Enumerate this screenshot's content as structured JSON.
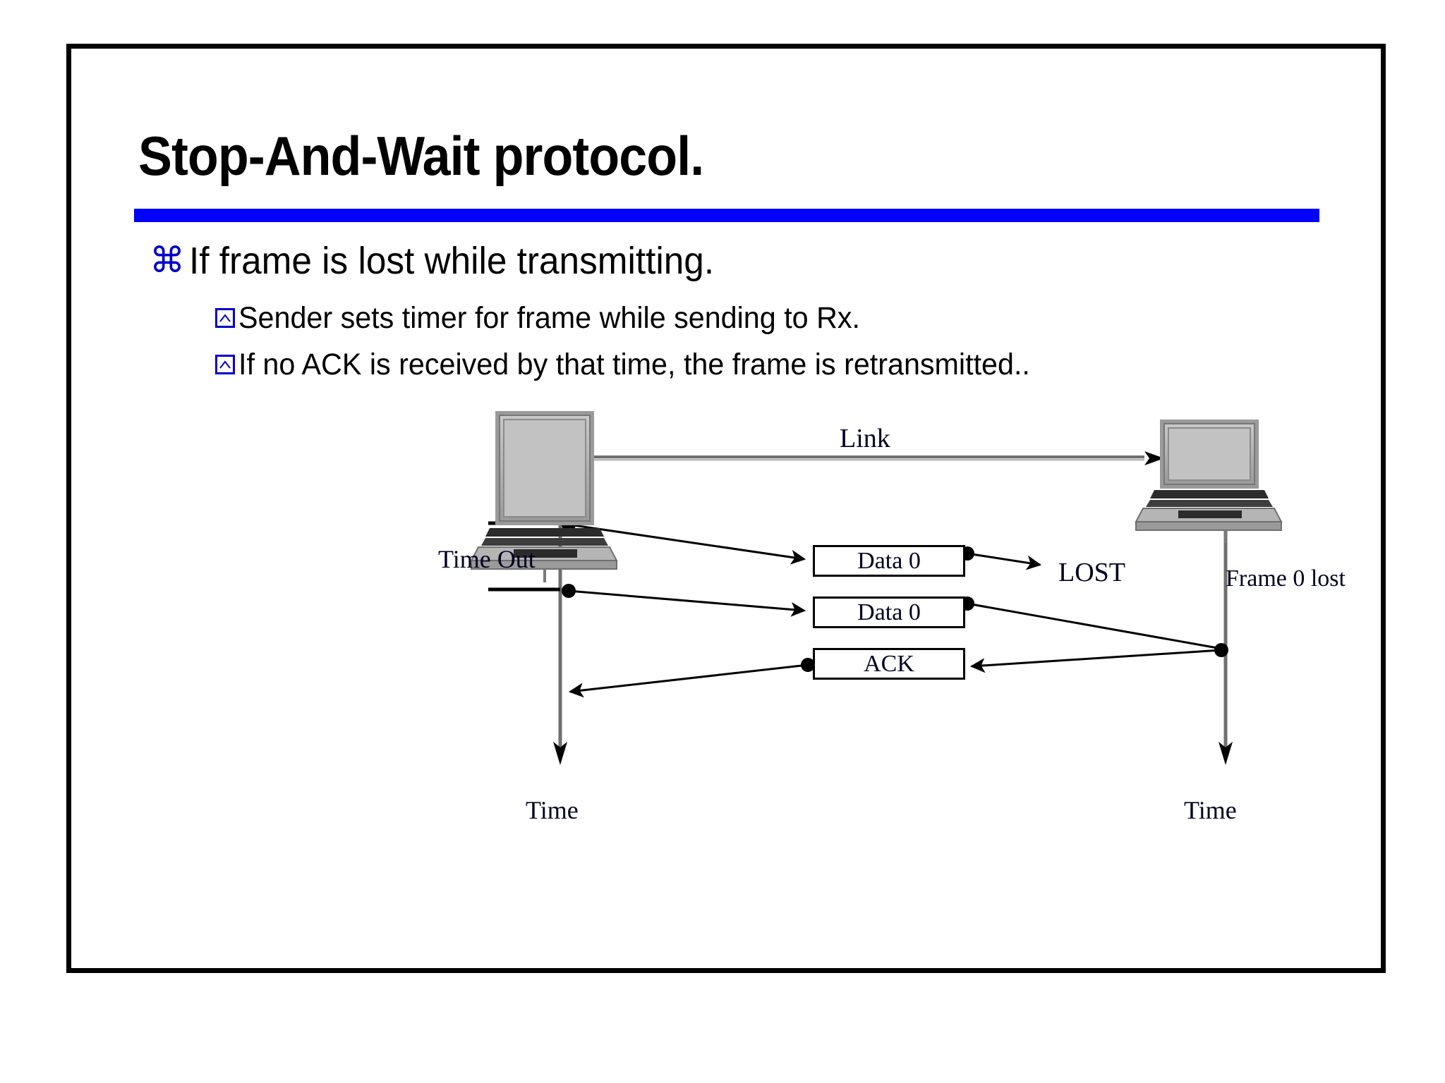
{
  "slide": {
    "title": "Stop-And-Wait protocol.",
    "accent_color": "#0000FF",
    "border_color": "#000000",
    "background": "#FFFFFF"
  },
  "bullets": {
    "level1": [
      {
        "marker": "⌘",
        "marker_name": "command-bullet-icon",
        "text": "If frame is lost while transmitting."
      }
    ],
    "level2": [
      {
        "marker_name": "box-caret-bullet-icon",
        "text": "Sender sets timer for frame while sending to Rx."
      },
      {
        "marker_name": "box-caret-bullet-icon",
        "text": "If no ACK is received by that time, the frame is retransmitted.."
      }
    ]
  },
  "diagram": {
    "link_label": "Link",
    "lost_label": "LOST",
    "timeout_label": "Time Out",
    "frame_lost_label": "Frame 0 lost",
    "time_label_left": "Time",
    "time_label_right": "Time",
    "packets": [
      {
        "label": "Data 0"
      },
      {
        "label": "Data 0"
      },
      {
        "label": "ACK"
      }
    ],
    "nodes": [
      {
        "name": "sender-laptop"
      },
      {
        "name": "receiver-laptop"
      }
    ]
  }
}
